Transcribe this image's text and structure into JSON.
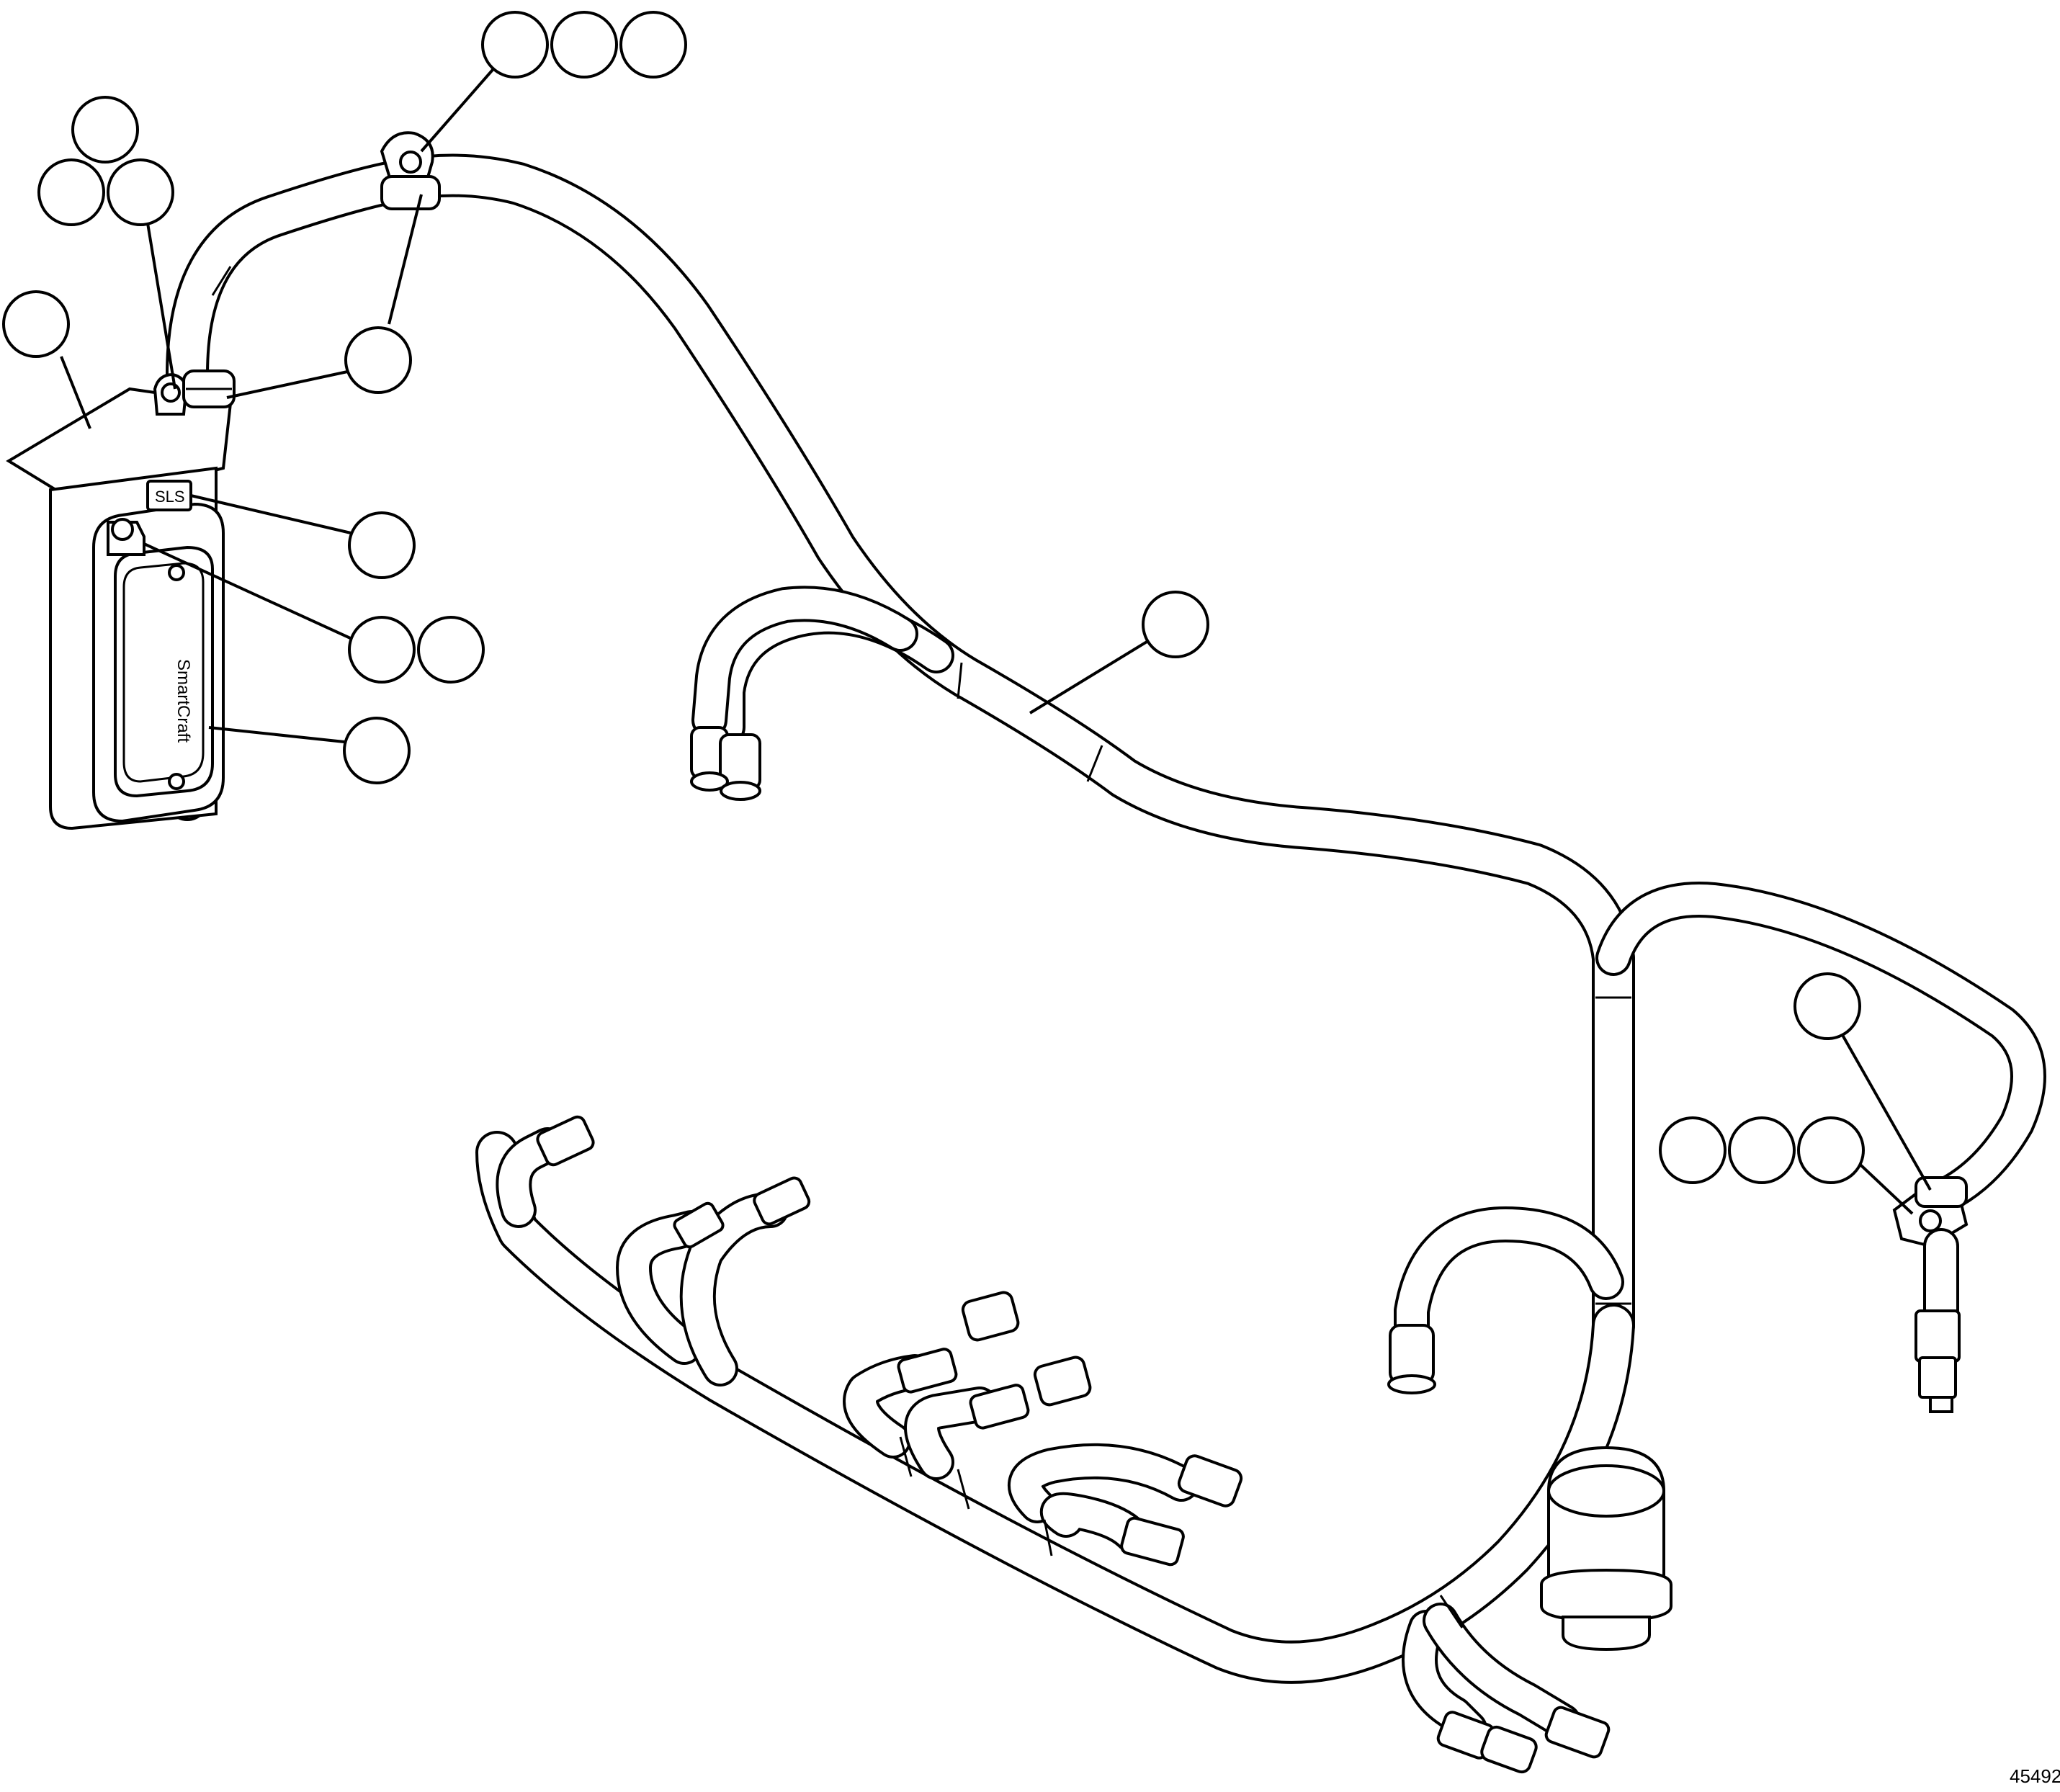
{
  "figure": {
    "figure_number": "45492",
    "label_text": "SLS",
    "logo_text": "SmartCraft"
  },
  "callouts": [
    {
      "id": "callout-top-1"
    },
    {
      "id": "callout-top-2"
    },
    {
      "id": "callout-top-3"
    },
    {
      "id": "callout-cluster-top"
    },
    {
      "id": "callout-cluster-left"
    },
    {
      "id": "callout-cluster-right"
    },
    {
      "id": "callout-bracket"
    },
    {
      "id": "callout-clamp"
    },
    {
      "id": "callout-sls-label"
    },
    {
      "id": "callout-fitting-1"
    },
    {
      "id": "callout-fitting-2"
    },
    {
      "id": "callout-module"
    },
    {
      "id": "callout-harness"
    },
    {
      "id": "callout-right-clamp"
    },
    {
      "id": "callout-right-1"
    },
    {
      "id": "callout-right-2"
    },
    {
      "id": "callout-right-3"
    }
  ],
  "colors": {
    "line": "#000000",
    "background": "#ffffff"
  }
}
